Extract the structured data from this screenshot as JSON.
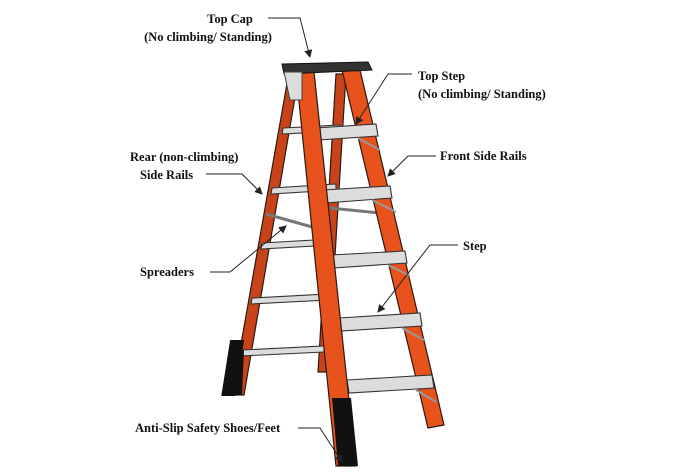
{
  "labels": {
    "top_cap": {
      "line1": "Top Cap",
      "line2": "(No climbing/ Standing)"
    },
    "top_step": {
      "line1": "Top Step",
      "line2": "(No climbing/ Standing)"
    },
    "rear_rails": {
      "line1": "Rear (non-climbing)",
      "line2": "Side Rails"
    },
    "front_rails": "Front Side Rails",
    "spreaders": "Spreaders",
    "step": "Step",
    "feet": "Anti-Slip Safety Shoes/Feet"
  },
  "colors": {
    "rail": "#e8521c",
    "step": "#dcdcdc",
    "feet": "#111111"
  }
}
